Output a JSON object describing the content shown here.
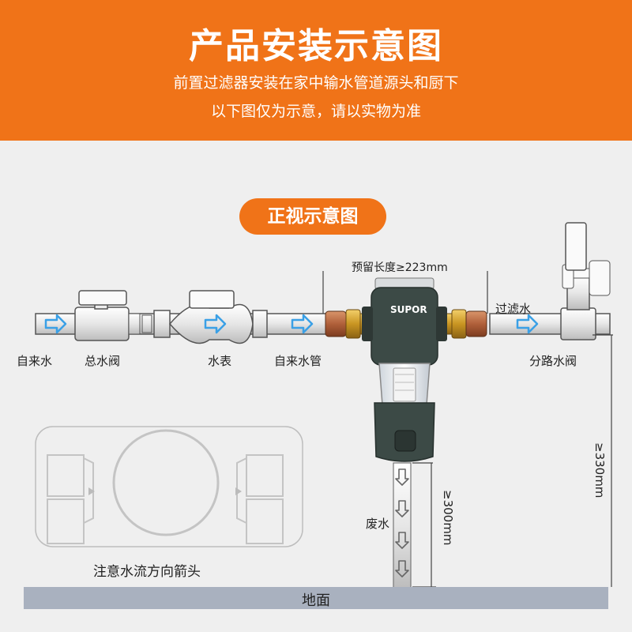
{
  "header": {
    "title": "产品安装示意图",
    "subtitle_1": "前置过滤器安装在家中输水管道源头和厨下",
    "subtitle_2": "以下图仅为示意，请以实物为准"
  },
  "section_pill": "正视示意图",
  "labels": {
    "tap_water": "自来水",
    "main_valve": "总水阀",
    "water_meter": "水表",
    "tap_water_pipe": "自来水管",
    "filtered_water": "过滤水",
    "branch_valve": "分路水阀",
    "preset_length": "预留长度≥223mm",
    "waste_water": "废水",
    "dim_300": "≥300mm",
    "dim_330": "≥330mm",
    "brand": "SUPOR",
    "flow_note": "注意水流方向箭头",
    "ground": "地面"
  },
  "colors": {
    "accent": "#f07318",
    "flow_arrow": "#3aa0e6",
    "filter_body": "#3c4a46",
    "brass": "#d4a02a",
    "copper": "#b5673a",
    "ground": "#a9b1bf"
  }
}
